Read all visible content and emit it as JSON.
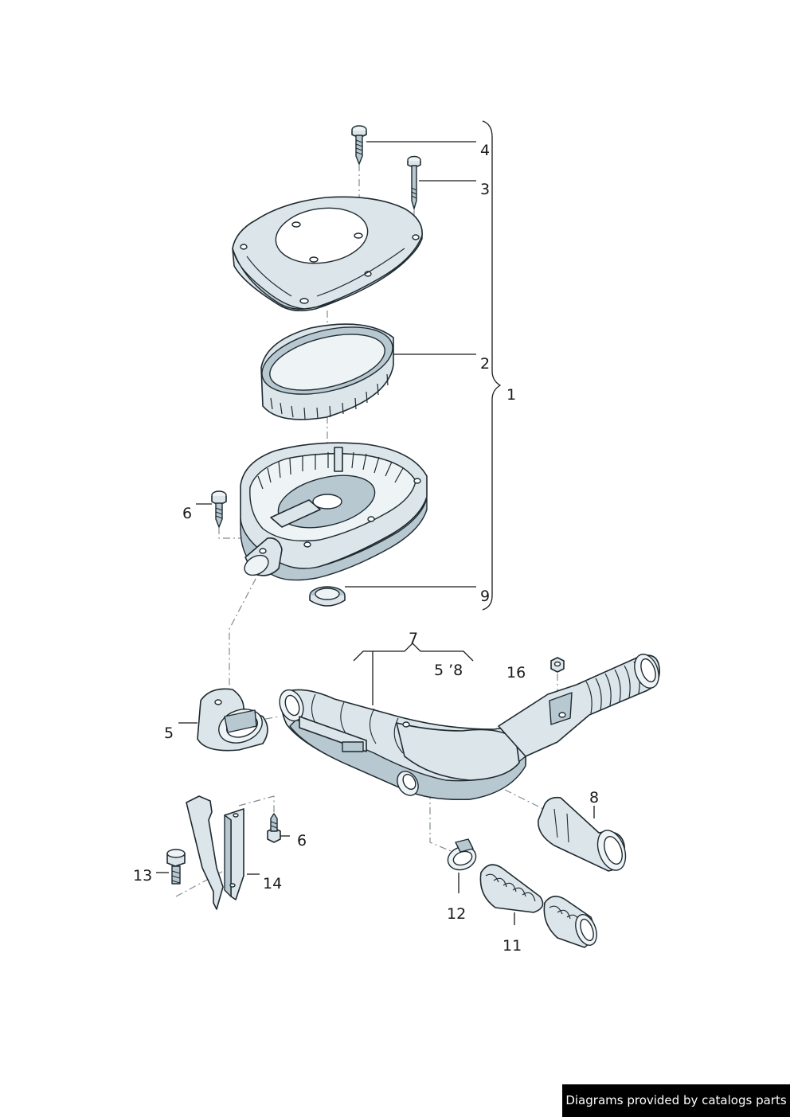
{
  "callouts": {
    "c1": "1",
    "c2": "2",
    "c3": "3",
    "c4": "4",
    "c5": "5",
    "c6a": "6",
    "c6b": "6",
    "c7": "7",
    "c7sub": "5 ’8",
    "c8": "8",
    "c9": "9",
    "c11": "11",
    "c12": "12",
    "c13": "13",
    "c14": "14",
    "c16": "16"
  },
  "credit": "Diagrams provided by catalogs parts"
}
